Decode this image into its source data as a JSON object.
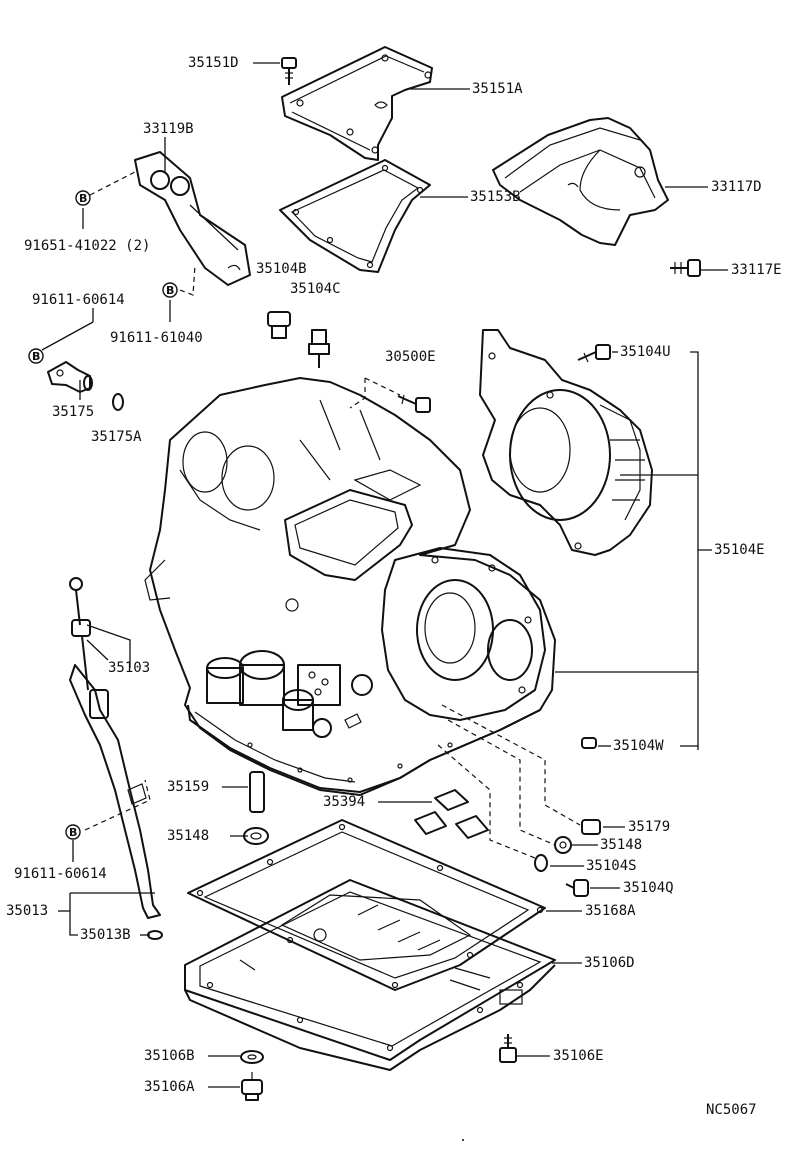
{
  "diagram": {
    "drawing_code": "NC5067",
    "badge_letter": "B",
    "labels": {
      "p35151D": "35151D",
      "p35151A": "35151A",
      "p33119B": "33119B",
      "p35153B": "35153B",
      "p33117D": "33117D",
      "p91651": "91651-41022 (2)",
      "p35104B": "35104B",
      "p33117E": "33117E",
      "p35104C": "35104C",
      "p91611a": "91611-60614",
      "p91611b": "91611-61040",
      "p35104U": "35104U",
      "p30500E": "30500E",
      "p35175": "35175",
      "p35175A": "35175A",
      "p35104E": "35104E",
      "p35103": "35103",
      "p35104W": "35104W",
      "p35159": "35159",
      "p35394": "35394",
      "p35179": "35179",
      "p35148a": "35148",
      "p35148b": "35148",
      "p35104S": "35104S",
      "p91611c": "91611-60614",
      "p35104Q": "35104Q",
      "p35168A": "35168A",
      "p35013": "35013",
      "p35013B": "35013B",
      "p35106D": "35106D",
      "p35106B": "35106B",
      "p35106E": "35106E",
      "p35106A": "35106A"
    }
  }
}
